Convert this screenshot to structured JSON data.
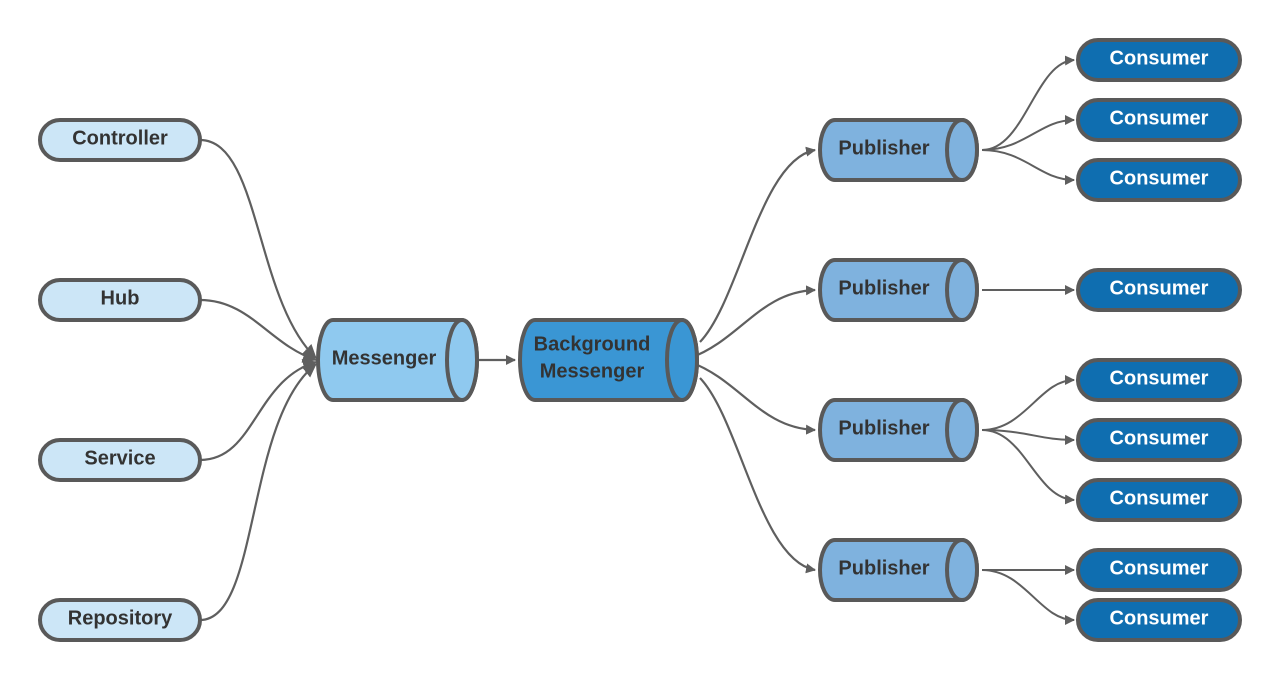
{
  "colors": {
    "source_fill": "#cce6f7",
    "messenger_fill": "#8fc9ef",
    "background_messenger_fill": "#3a96d4",
    "publisher_fill": "#7fb2de",
    "consumer_fill": "#0f6eb0",
    "outline": "#595959",
    "edge": "#5f5f5f",
    "dark_text": "#333333",
    "light_text": "#ffffff"
  },
  "sources": [
    {
      "label": "Controller"
    },
    {
      "label": "Hub"
    },
    {
      "label": "Service"
    },
    {
      "label": "Repository"
    }
  ],
  "messenger": {
    "label": "Messenger"
  },
  "background_messenger": {
    "label_line1": "Background",
    "label_line2": "Messenger"
  },
  "publishers": [
    {
      "label": "Publisher",
      "consumers": [
        "Consumer",
        "Consumer",
        "Consumer"
      ]
    },
    {
      "label": "Publisher",
      "consumers": [
        "Consumer"
      ]
    },
    {
      "label": "Publisher",
      "consumers": [
        "Consumer",
        "Consumer",
        "Consumer"
      ]
    },
    {
      "label": "Publisher",
      "consumers": [
        "Consumer",
        "Consumer"
      ]
    }
  ]
}
